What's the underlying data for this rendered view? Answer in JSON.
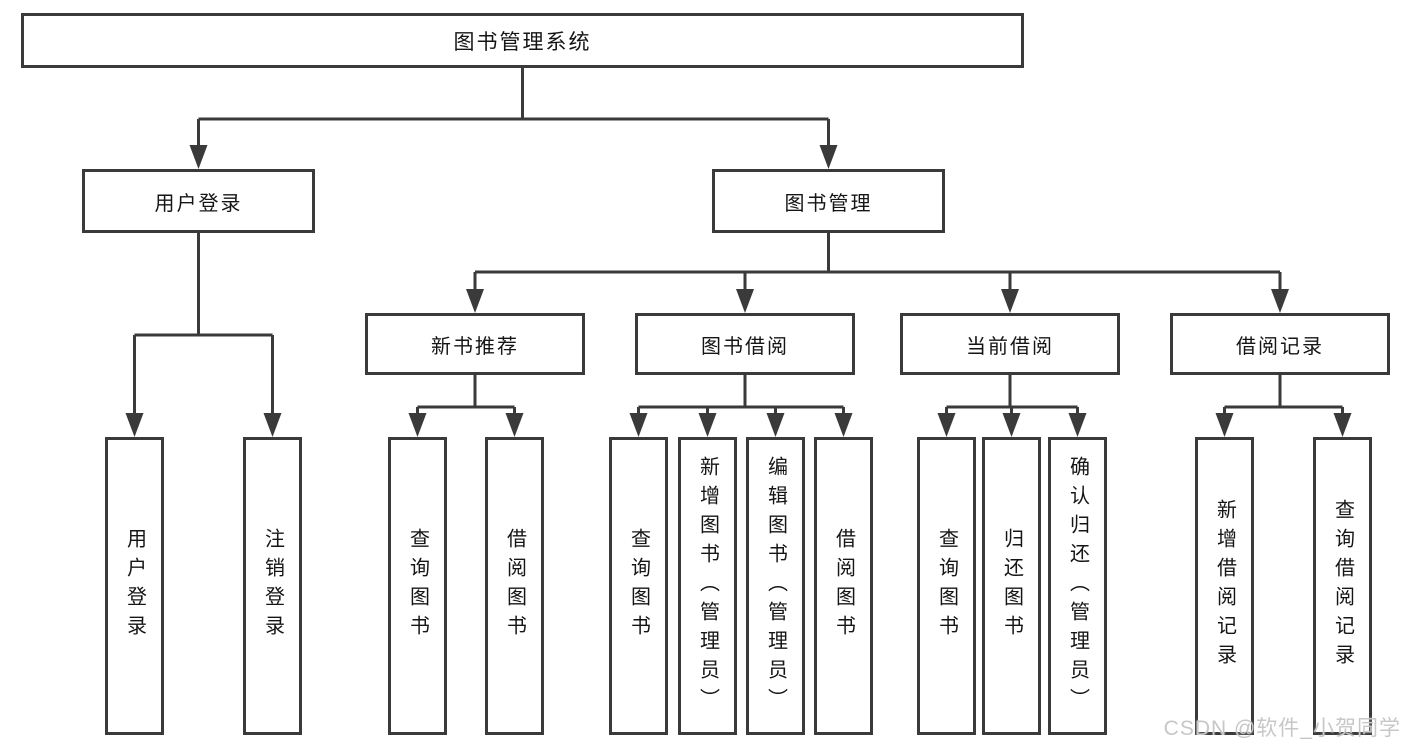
{
  "tree": {
    "label": "图书管理系统",
    "children": [
      {
        "label": "用户登录",
        "children": [
          {
            "label": "用户登录"
          },
          {
            "label": "注销登录"
          }
        ]
      },
      {
        "label": "图书管理",
        "children": [
          {
            "label": "新书推荐",
            "children": [
              {
                "label": "查询图书"
              },
              {
                "label": "借阅图书"
              }
            ]
          },
          {
            "label": "图书借阅",
            "children": [
              {
                "label": "查询图书"
              },
              {
                "label": "新增图书（管理员）"
              },
              {
                "label": "编辑图书（管理员）"
              },
              {
                "label": "借阅图书"
              }
            ]
          },
          {
            "label": "当前借阅",
            "children": [
              {
                "label": "查询图书"
              },
              {
                "label": "归还图书"
              },
              {
                "label": "确认归还（管理员）"
              }
            ]
          },
          {
            "label": "借阅记录",
            "children": [
              {
                "label": "新增借阅记录"
              },
              {
                "label": "查询借阅记录"
              }
            ]
          }
        ]
      }
    ]
  },
  "watermark": {
    "text": "CSDN @软件_小贺同学"
  },
  "colors": {
    "line": "#3a3a3a",
    "box_border": "#3a3a3a",
    "box_background": "#ffffff",
    "text": "#151515",
    "watermark": "#c7c7c9"
  }
}
